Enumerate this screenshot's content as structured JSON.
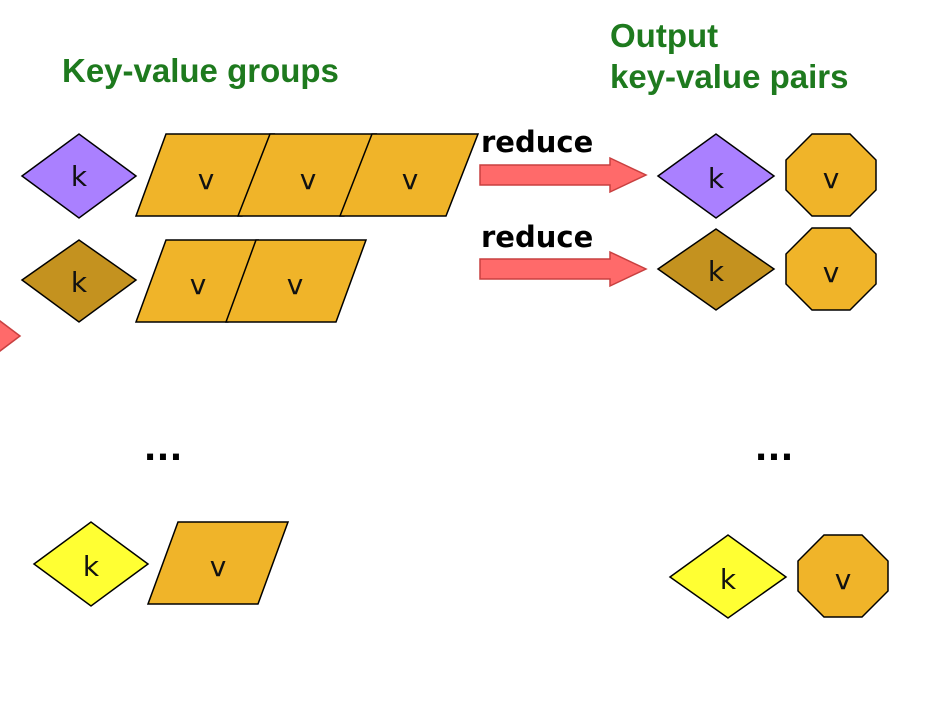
{
  "titles": {
    "left": "Key-value groups",
    "right_line1": "Output",
    "right_line2": "key-value pairs"
  },
  "labels": {
    "key": "k",
    "value": "v",
    "reduce": "reduce",
    "ellipsis": "..."
  },
  "colors": {
    "title_green": "#1e7a1e",
    "value_orange": "#f0b429",
    "key_purple": "#aa80ff",
    "key_brown": "#c4921f",
    "key_yellow": "#ffff33",
    "arrow_red": "#ff6a6a"
  },
  "groups": [
    {
      "key_color": "purple",
      "value_count": 3,
      "output": true,
      "reduce": true
    },
    {
      "key_color": "brown",
      "value_count": 2,
      "output": true,
      "reduce": true
    },
    {
      "key_color": "yellow",
      "value_count": 1,
      "output": true,
      "reduce": false
    }
  ]
}
